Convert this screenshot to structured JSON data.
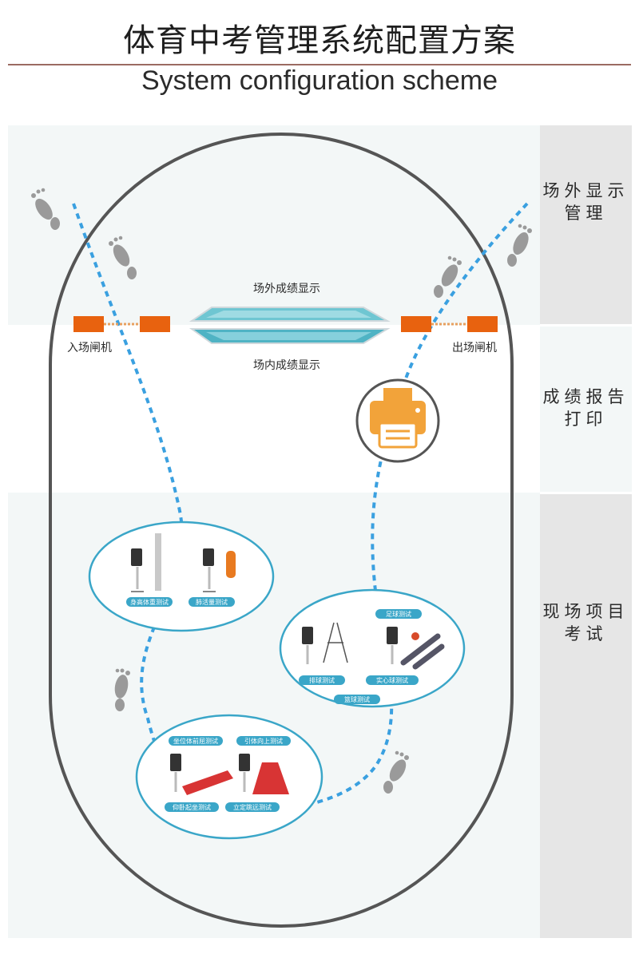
{
  "header": {
    "title": "体育中考管理系统配置方案",
    "subtitle": "System configuration scheme"
  },
  "sidebar": {
    "sections": [
      {
        "label": "场外显示管理"
      },
      {
        "label": "成绩报告打印"
      },
      {
        "label": "现场项目考试"
      }
    ]
  },
  "gates": {
    "entry": "入场闸机",
    "exit": "出场闸机"
  },
  "displays": {
    "outside": "场外成绩显示",
    "inside": "场内成绩显示"
  },
  "test_groups": [
    {
      "items": [
        "身高体重测试",
        "肺活量测试"
      ]
    },
    {
      "items": [
        "足球测试",
        "排球测试",
        "实心球测试",
        "篮球测试"
      ]
    },
    {
      "items": [
        "坐位体前屈测试",
        "引体向上测试",
        "仰卧起坐测试",
        "立定跳远测试"
      ]
    }
  ],
  "colors": {
    "accent_orange": "#e8620f",
    "path_blue": "#3aa0e0",
    "pill_blue": "#3aa6c8",
    "track": "#555555"
  }
}
